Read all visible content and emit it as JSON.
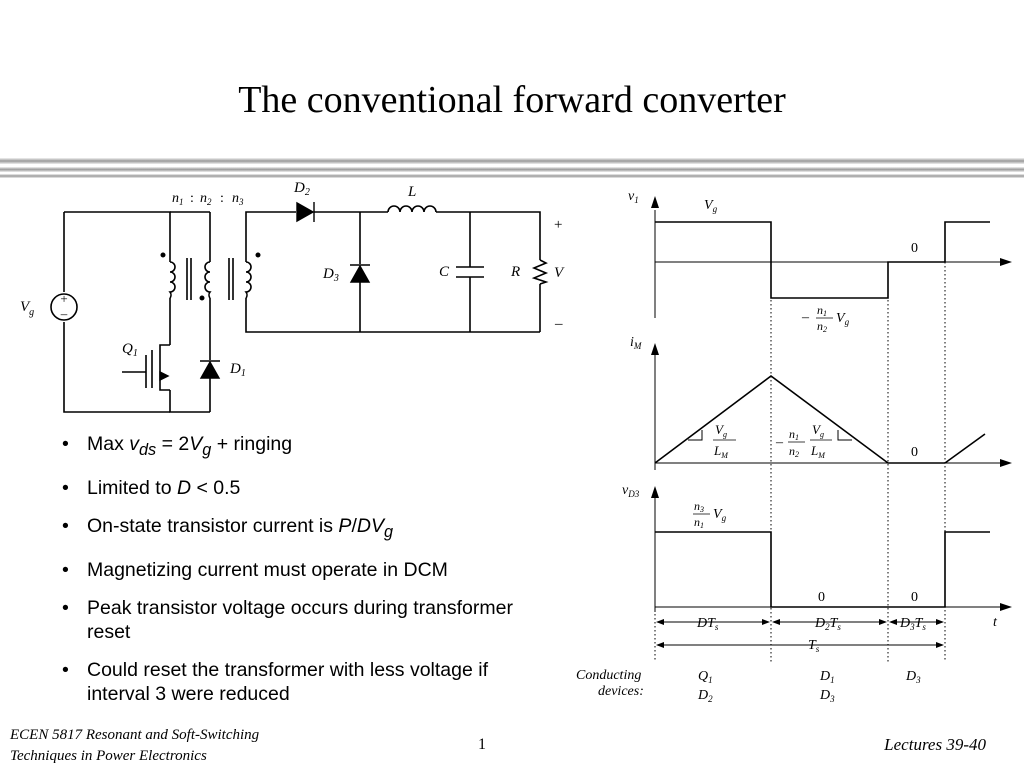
{
  "slide": {
    "title": "The conventional forward converter",
    "footer_left_line1": "ECEN 5817  Resonant and Soft-Switching",
    "footer_left_line2": "Techniques in Power Electronics",
    "page_number": "1",
    "footer_right": "Lectures 39-40"
  },
  "bullets": [
    {
      "pre": "Max ",
      "v": "v",
      "ds": "ds",
      "mid": " = 2",
      "V": "V",
      "g": "g",
      "post": " + ringing"
    },
    {
      "pre": "Limited to ",
      "D": "D",
      "post": " <  0.5"
    },
    {
      "pre": "On-state transistor current is ",
      "P": "P",
      "slash": "/",
      "DV": "DV",
      "g": "g"
    },
    {
      "text": "Magnetizing current must operate in DCM"
    },
    {
      "text": "Peak transistor voltage occurs during transformer reset"
    },
    {
      "text": "Could reset the transformer with less voltage if interval 3 were reduced"
    }
  ],
  "circuit": {
    "turns_n1": "n",
    "turns_n1_sub": "1",
    "turns_n2": "n",
    "turns_n2_sub": "2",
    "turns_n3": "n",
    "turns_n3_sub": "3",
    "colon": ":",
    "D2": "D",
    "D2_sub": "2",
    "L": "L",
    "D3": "D",
    "D3_sub": "3",
    "C": "C",
    "R": "R",
    "V": "V",
    "plus": "+",
    "minus": "–",
    "Vg": "V",
    "Vg_sub": "g",
    "Q1": "Q",
    "Q1_sub": "1",
    "D1": "D",
    "D1_sub": "1"
  },
  "waveforms": {
    "v1_label": "v",
    "v1_sub": "1",
    "Vg_label": "V",
    "Vg_sub": "g",
    "zero": "0",
    "neg_v1_minus": "–",
    "neg_n1": "n",
    "neg_n1_sub": "1",
    "neg_n2": "n",
    "neg_n2_sub": "2",
    "neg_V": "V",
    "neg_V_sub": "g",
    "iM_label": "i",
    "iM_sub": "M",
    "slope_up_V": "V",
    "slope_up_V_sub": "g",
    "slope_up_L": "L",
    "slope_up_L_sub": "M",
    "slope_dn_minus": "–",
    "slope_dn_n1": "n",
    "slope_dn_n1_sub": "1",
    "slope_dn_n2": "n",
    "slope_dn_n2_sub": "2",
    "slope_dn_V": "V",
    "slope_dn_V_sub": "g",
    "slope_dn_L": "L",
    "slope_dn_L_sub": "M",
    "vD3_label": "v",
    "vD3_sub": "D3",
    "vD3_n3": "n",
    "vD3_n3_sub": "3",
    "vD3_n1": "n",
    "vD3_n1_sub": "1",
    "vD3_V": "V",
    "vD3_V_sub": "g",
    "t_label": "t",
    "int1": "DT",
    "int1_sub": "s",
    "int2": "D",
    "int2_sub2": "2",
    "int2_T": "T",
    "int2_sub": "s",
    "int3": "D",
    "int3_sub3": "3",
    "int3_T": "T",
    "int3_sub": "s",
    "period": "T",
    "period_sub": "s",
    "conducting_line1": "Conducting",
    "conducting_line2": "devices:",
    "dev1a": "Q",
    "dev1a_sub": "1",
    "dev1b": "D",
    "dev1b_sub": "2",
    "dev2a": "D",
    "dev2a_sub": "1",
    "dev2b": "D",
    "dev2b_sub": "3",
    "dev3": "D",
    "dev3_sub": "3"
  }
}
